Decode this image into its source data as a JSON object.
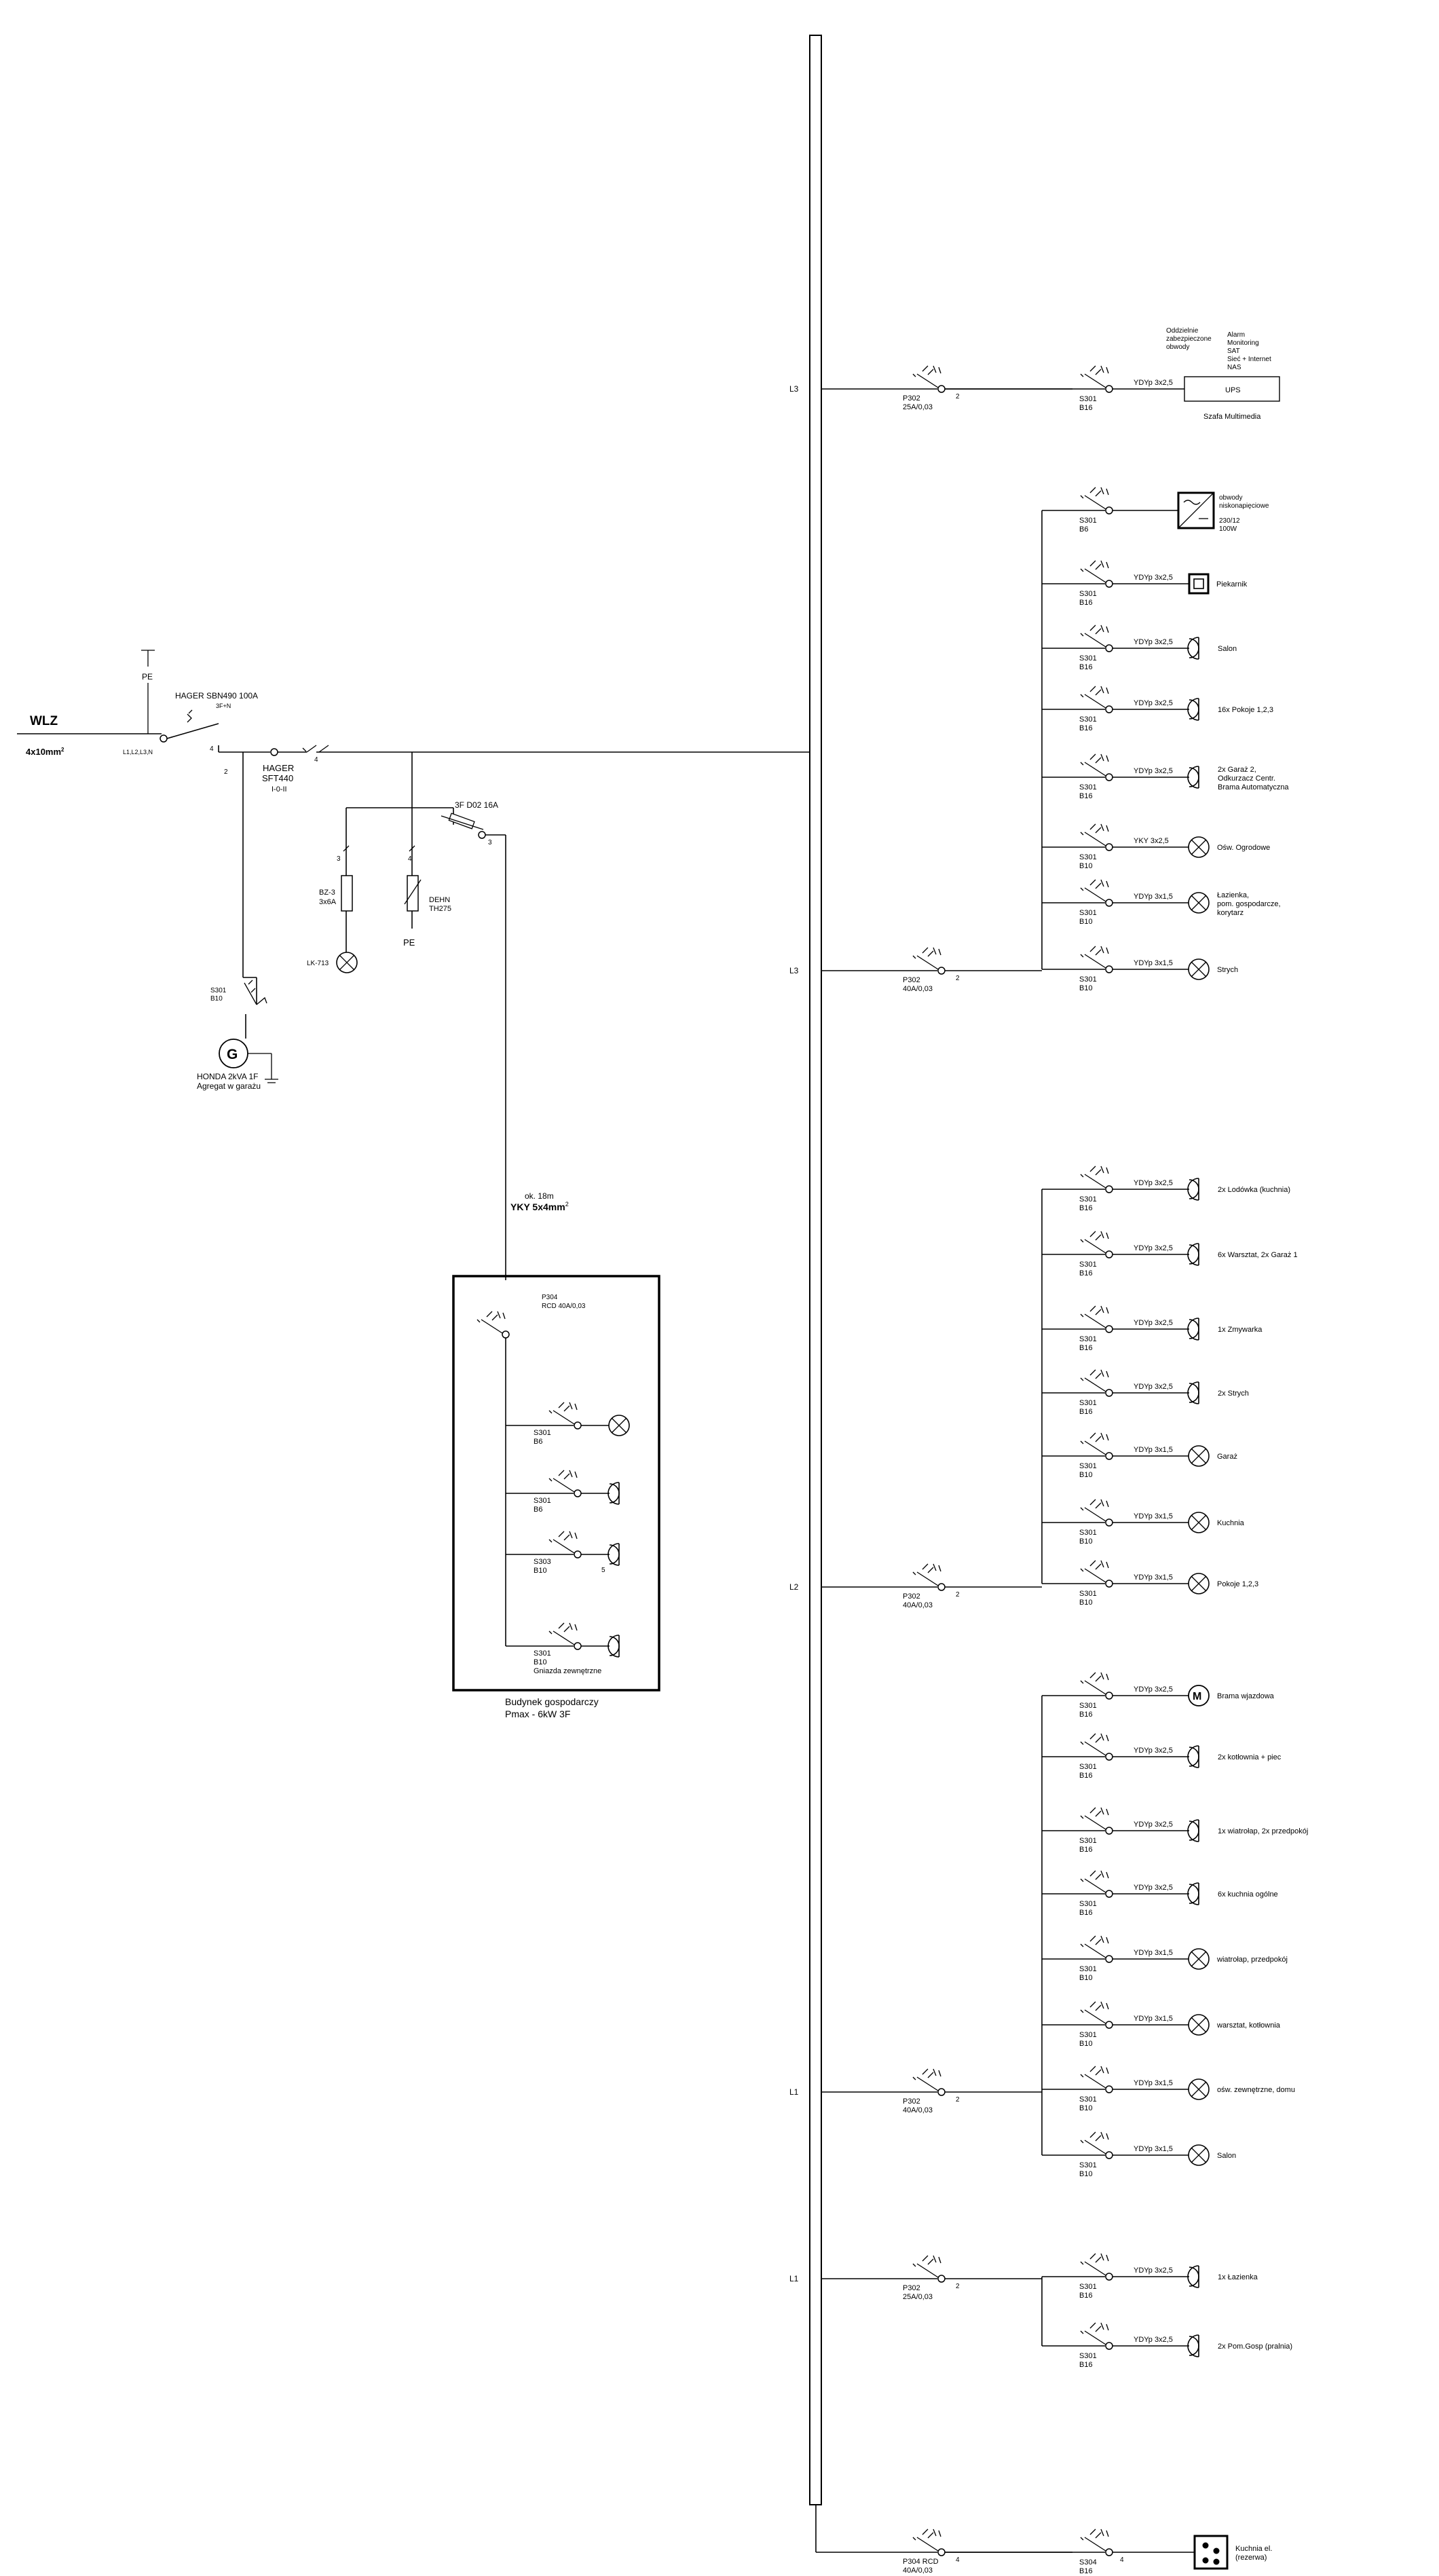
{
  "supply": {
    "wlz": "WLZ",
    "cable": "4x10mm",
    "cable_sup": "2",
    "pe": "PE",
    "main_switch": [
      "HAGER SBN490 100A",
      "3F+N"
    ],
    "main_phases": "L1,L2,L3,N",
    "main_switch_pole": "4",
    "changeover": [
      "HAGER",
      "SFT440",
      "I-0-II"
    ],
    "changeover_pole": "4",
    "changeover_pole2": "2",
    "fuse": "3F D02 16A",
    "fuse_pole": "3",
    "bz": [
      "BZ-3",
      "3x6A"
    ],
    "bz_pole": "3",
    "dehn": [
      "DEHN",
      "TH275"
    ],
    "dehn_pole": "4",
    "dehn_pe": "PE",
    "lk": "LK-713",
    "gen_breaker": [
      "S301",
      "B10"
    ],
    "gen_symbol": "G",
    "generator": [
      "HONDA 2kVA 1F",
      "Agregat w garażu"
    ]
  },
  "outbuilding": {
    "cable": [
      "ok. 18m",
      "YKY 5x4mm"
    ],
    "cable_sup": "2",
    "rcd": [
      "P304",
      "RCD 40A/0,03"
    ],
    "breakers": [
      {
        "label": [
          "S301",
          "B6"
        ]
      },
      {
        "label": [
          "S301",
          "B6"
        ]
      },
      {
        "label": [
          "S303",
          "B10"
        ],
        "pole": "5"
      },
      {
        "label": [
          "S301",
          "B10",
          "Gniazda zewnętrzne"
        ]
      }
    ],
    "title": [
      "Budynek gospodarczy",
      "Pmax - 6kW 3F"
    ]
  },
  "groups": [
    {
      "phase": "L3",
      "rcd": [
        "P302",
        "25A/0,03"
      ],
      "pole": "2",
      "circuits": [
        {
          "breaker": [
            "S301",
            "B16"
          ],
          "cable": "YDYp 3x2,5",
          "load": "ups",
          "label": [
            "UPS"
          ]
        }
      ],
      "ups_notes_left": [
        "Oddzielnie",
        "zabezpieczone",
        "obwody"
      ],
      "ups_notes_right": [
        "Alarm",
        "Monitoring",
        "SAT",
        "Sieć + Internet",
        "NAS"
      ],
      "ups_caption": "Szafa Multimedia"
    },
    {
      "phase": "L3",
      "rcd": [
        "P302",
        "40A/0,03"
      ],
      "pole": "2",
      "circuits": [
        {
          "breaker": [
            "S301",
            "B6"
          ],
          "cable": "",
          "load": "transformer",
          "label": [
            "obwody",
            "niskonapięciowe"
          ],
          "extra": [
            "230/12",
            "100W"
          ]
        },
        {
          "breaker": [
            "S301",
            "B16"
          ],
          "cable": "YDYp 3x2,5",
          "load": "oven",
          "label": [
            "Piekarnik"
          ]
        },
        {
          "breaker": [
            "S301",
            "B16"
          ],
          "cable": "YDYp 3x2,5",
          "load": "socket",
          "label": [
            "Salon"
          ]
        },
        {
          "breaker": [
            "S301",
            "B16"
          ],
          "cable": "YDYp 3x2,5",
          "load": "socket",
          "label": [
            "16x Pokoje 1,2,3"
          ]
        },
        {
          "breaker": [
            "S301",
            "B16"
          ],
          "cable": "YDYp 3x2,5",
          "load": "socket",
          "label": [
            "2x Garaż 2,",
            "Odkurzacz Centr.",
            "Brama Automatyczna"
          ]
        },
        {
          "breaker": [
            "S301",
            "B10"
          ],
          "cable": "YKY 3x2,5",
          "load": "lamp",
          "label": [
            "Ośw. Ogrodowe"
          ]
        },
        {
          "breaker": [
            "S301",
            "B10"
          ],
          "cable": "YDYp 3x1,5",
          "load": "lamp",
          "label": [
            "Łazienka,",
            "pom. gospodarcze,",
            "korytarz"
          ]
        },
        {
          "breaker": [
            "S301",
            "B10"
          ],
          "cable": "YDYp 3x1,5",
          "load": "lamp",
          "label": [
            "Strych"
          ]
        }
      ]
    },
    {
      "phase": "L2",
      "rcd": [
        "P302",
        "40A/0,03"
      ],
      "pole": "2",
      "circuits": [
        {
          "breaker": [
            "S301",
            "B16"
          ],
          "cable": "YDYp 3x2,5",
          "load": "socket",
          "label": [
            "2x Lodówka (kuchnia)"
          ]
        },
        {
          "breaker": [
            "S301",
            "B16"
          ],
          "cable": "YDYp 3x2,5",
          "load": "socket",
          "label": [
            "6x Warsztat, 2x Garaż 1"
          ]
        },
        {
          "breaker": [
            "S301",
            "B16"
          ],
          "cable": "YDYp 3x2,5",
          "load": "socket",
          "label": [
            "1x Zmywarka"
          ]
        },
        {
          "breaker": [
            "S301",
            "B16"
          ],
          "cable": "YDYp 3x2,5",
          "load": "socket",
          "label": [
            "2x Strych"
          ]
        },
        {
          "breaker": [
            "S301",
            "B10"
          ],
          "cable": "YDYp 3x1,5",
          "load": "lamp",
          "label": [
            "Garaż"
          ]
        },
        {
          "breaker": [
            "S301",
            "B10"
          ],
          "cable": "YDYp 3x1,5",
          "load": "lamp",
          "label": [
            "Kuchnia"
          ]
        },
        {
          "breaker": [
            "S301",
            "B10"
          ],
          "cable": "YDYp 3x1,5",
          "load": "lamp",
          "label": [
            "Pokoje 1,2,3"
          ]
        }
      ]
    },
    {
      "phase": "L1",
      "rcd": [
        "P302",
        "40A/0,03"
      ],
      "pole": "2",
      "circuits": [
        {
          "breaker": [
            "S301",
            "B16"
          ],
          "cable": "YDYp 3x2,5",
          "load": "motor",
          "label": [
            "Brama wjazdowa"
          ]
        },
        {
          "breaker": [
            "S301",
            "B16"
          ],
          "cable": "YDYp 3x2,5",
          "load": "socket",
          "label": [
            "2x kotłownia + piec"
          ]
        },
        {
          "breaker": [
            "S301",
            "B16"
          ],
          "cable": "YDYp 3x2,5",
          "load": "socket",
          "label": [
            "1x wiatrołap, 2x przedpokój"
          ]
        },
        {
          "breaker": [
            "S301",
            "B16"
          ],
          "cable": "YDYp 3x2,5",
          "load": "socket",
          "label": [
            "6x kuchnia ogólne"
          ]
        },
        {
          "breaker": [
            "S301",
            "B10"
          ],
          "cable": "YDYp 3x1,5",
          "load": "lamp",
          "label": [
            "wiatrołap, przedpokój"
          ]
        },
        {
          "breaker": [
            "S301",
            "B10"
          ],
          "cable": "YDYp 3x1,5",
          "load": "lamp",
          "label": [
            "warsztat, kotłownia"
          ]
        },
        {
          "breaker": [
            "S301",
            "B10"
          ],
          "cable": "YDYp 3x1,5",
          "load": "lamp",
          "label": [
            "ośw. zewnętrzne, domu"
          ]
        },
        {
          "breaker": [
            "S301",
            "B10"
          ],
          "cable": "YDYp 3x1,5",
          "load": "lamp",
          "label": [
            "Salon"
          ]
        }
      ]
    },
    {
      "phase": "L1",
      "rcd": [
        "P302",
        "25A/0,03"
      ],
      "pole": "2",
      "circuits": [
        {
          "breaker": [
            "S301",
            "B16"
          ],
          "cable": "YDYp 3x2,5",
          "load": "socket",
          "label": [
            "1x Łazienka"
          ]
        },
        {
          "breaker": [
            "S301",
            "B16"
          ],
          "cable": "YDYp 3x2,5",
          "load": "socket",
          "label": [
            "2x Pom.Gosp (pralnia)"
          ]
        }
      ]
    },
    {
      "phase": "",
      "rcd": [
        "P304 RCD",
        "40A/0,03"
      ],
      "pole": "4",
      "circuits": [
        {
          "breaker": [
            "S304",
            "B16"
          ],
          "cable": "",
          "load": "cooker",
          "label": [
            "Kuchnia el.",
            "(rezerwa)"
          ],
          "pole": "4"
        }
      ]
    }
  ]
}
